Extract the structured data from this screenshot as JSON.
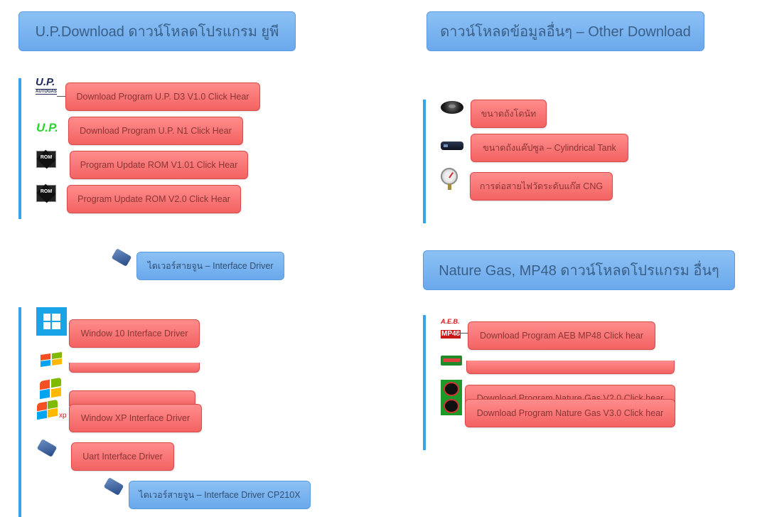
{
  "headers": {
    "up_download": "U.P.Download   ดาวน์โหลดโปรแกรม ยูพี",
    "other_download": "ดาวน์โหลดข้อมูลอื่นๆ – Other Download",
    "nature_gas": "Nature Gas, MP48   ดาวน์โหลดโปรแกรม อื่นๆ"
  },
  "icons": {
    "up_autogas_logo_text": "U.P.",
    "up_autogas_logo_sub": "AUTOGAS",
    "up_n1_logo_text": "U.P.",
    "rom_label": "ROM",
    "aeb_logo_top": "A.E.B.",
    "aeb_logo_bottom": "MP48",
    "xp_label": "xp"
  },
  "up_downloads": [
    {
      "label": "Download Program U.P. D3 V1.0 Click Hear"
    },
    {
      "label": "Download Program U.P. N1 Click Hear"
    },
    {
      "label": "Program Update ROM V1.01 Click Hear"
    },
    {
      "label": "Program Update ROM V2.0 Click Hear"
    }
  ],
  "other_downloads": [
    {
      "label": "ขนาดถังโดนัท"
    },
    {
      "label": "ขนาดถังแค๊ปซูล – Cylindrical Tank"
    },
    {
      "label": "การต่อสายไฟวัดระดับแก๊ส CNG"
    }
  ],
  "interface_driver": {
    "label": "ไดเวอร์สายจูน – Interface Driver"
  },
  "interface_driver_cp210x": {
    "label": "ไดเวอร์สายจูน – Interface Driver CP210X"
  },
  "drivers": [
    {
      "label": "Window 10 Interface Driver"
    },
    {
      "label": "Window XP Interface Driver"
    },
    {
      "label": "Uart Interface Driver"
    }
  ],
  "nature_downloads": [
    {
      "label": "Download Program AEB MP48 Click hear"
    },
    {
      "label": "Download Program Nature Gas V2.0 Click hear"
    },
    {
      "label": "Download Program Nature Gas V3.0 Click hear"
    }
  ],
  "colors": {
    "header_blue": "#7ab4f0",
    "button_red": "#f36262",
    "accent_bar": "#36a3ea"
  }
}
